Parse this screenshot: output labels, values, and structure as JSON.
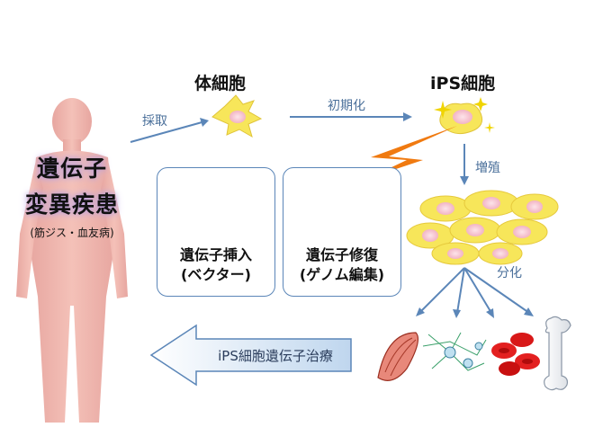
{
  "labels": {
    "somatic_cell": "体細胞",
    "ips_cell": "iPS細胞",
    "collect": "採取",
    "reprogramming": "初期化",
    "proliferation": "増殖",
    "differentiation": "分化"
  },
  "disease": {
    "line1": "遺伝子",
    "line2": "変異疾患",
    "examples": "(筋ジス・血友病)"
  },
  "boxes": {
    "gene_insertion": {
      "line1": "遺伝子挿入",
      "line2": "(ベクター)"
    },
    "gene_repair": {
      "line1": "遺伝子修復",
      "line2": "(ゲノム編集)"
    }
  },
  "therapy_arrow": "iPS細胞遺伝子治療",
  "colors": {
    "arrow": "#5b86b8",
    "lightning": "#f07a10",
    "cell_yellow": "#f7e65a",
    "blood_red": "#e32020"
  },
  "icons": {
    "body": "human-body-icon",
    "somatic": "somatic-cell-icon",
    "ips": "ips-cell-icon",
    "dna_syringe": "dna-syringe-icon",
    "dna_scissors": "dna-tool-icon"
  }
}
